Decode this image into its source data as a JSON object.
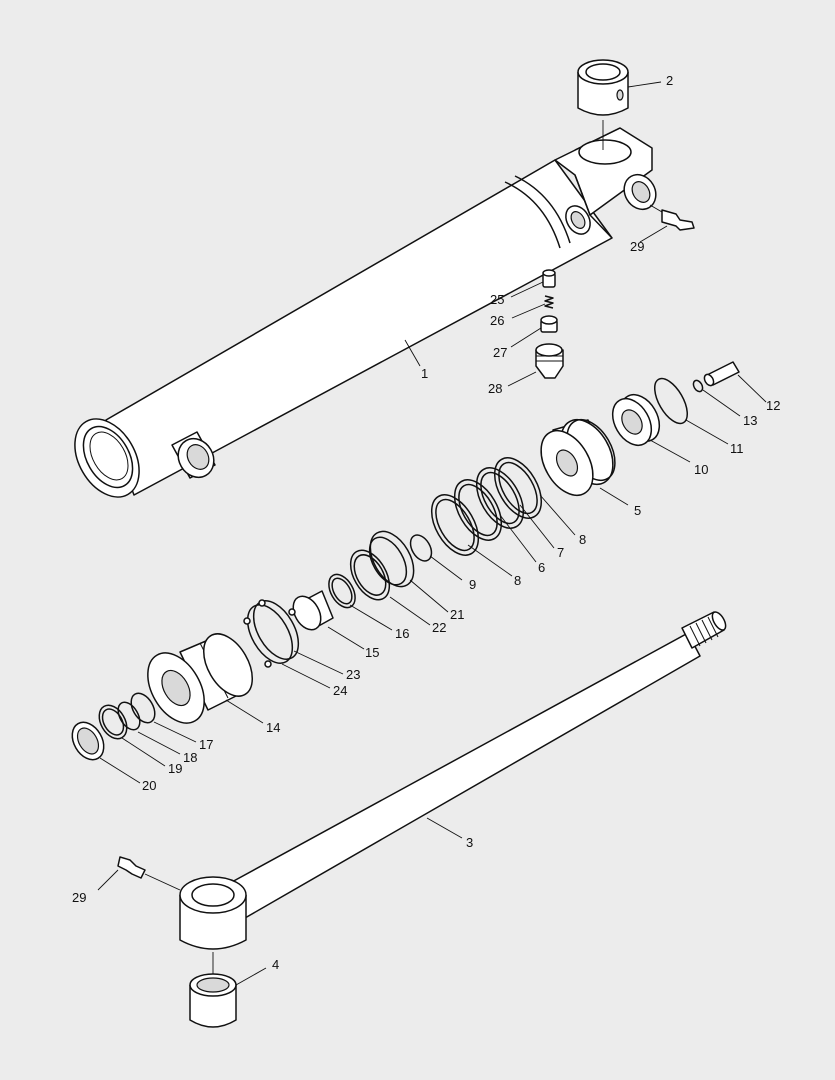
{
  "diagram": {
    "part_labels": {
      "p1": "1",
      "p2": "2",
      "p3": "3",
      "p4": "4",
      "p5": "5",
      "p6": "6",
      "p7": "7",
      "p8a": "8",
      "p8b": "8",
      "p9": "9",
      "p10": "10",
      "p11": "11",
      "p12": "12",
      "p13": "13",
      "p14": "14",
      "p15": "15",
      "p16": "16",
      "p17": "17",
      "p18": "18",
      "p19": "19",
      "p20": "20",
      "p21": "21",
      "p22": "22",
      "p23": "23",
      "p24": "24",
      "p25": "25",
      "p26": "26",
      "p27": "27",
      "p28": "28",
      "p29a": "29",
      "p29b": "29"
    }
  }
}
